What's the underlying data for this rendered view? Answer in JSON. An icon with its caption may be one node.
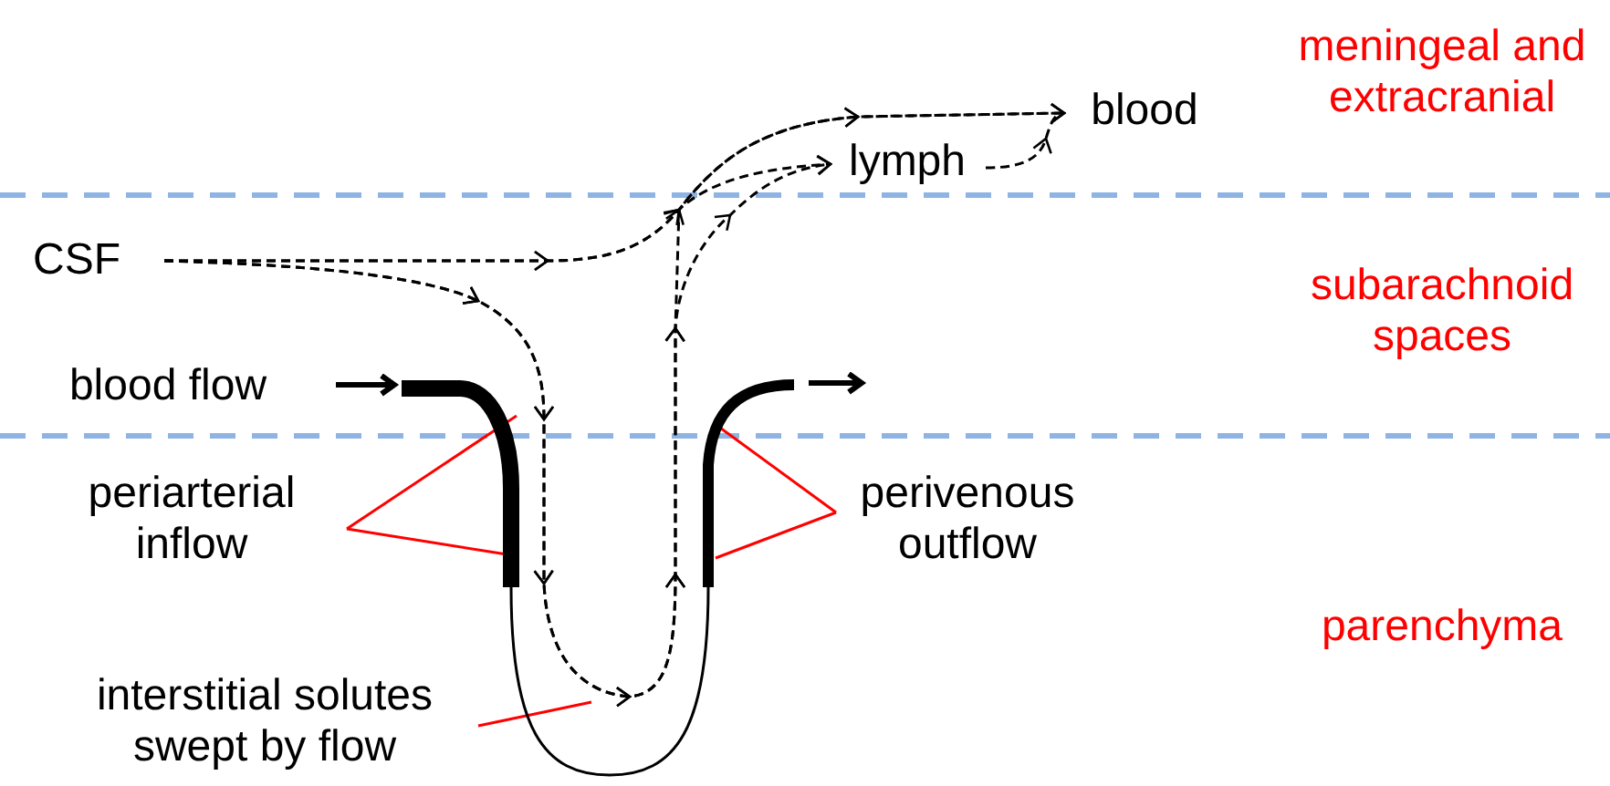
{
  "diagram": {
    "nodes": [
      {
        "text": [
          "CSF"
        ]
      },
      {
        "text": [
          "blood"
        ]
      },
      {
        "text": [
          "lymph"
        ]
      },
      {
        "text": [
          "blood flow"
        ]
      },
      {
        "text": [
          "periarterial inflow"
        ]
      },
      {
        "text": [
          "perivenous outflow"
        ]
      },
      {
        "text": [
          "interstitial solutes swept by flow"
        ]
      },
      {
        "text": [],
        "shape": "tube"
      },
      {
        "text": [],
        "shape": "tube"
      }
    ],
    "edges": [
      {
        "from": 0,
        "to": 1,
        "arrow": "to",
        "style": "dashed"
      },
      {
        "from": 0,
        "to": 2,
        "arrow": "to",
        "style": "dashed"
      },
      {
        "from": 0,
        "to": 1,
        "arrow": "to",
        "style": "dashed"
      },
      {
        "from": 0,
        "to": 2,
        "arrow": "to",
        "style": "dashed"
      },
      {
        "from": 2,
        "to": 1,
        "arrow": "to",
        "style": "dashed"
      },
      {
        "from": 3,
        "to": 7,
        "arrow": "to",
        "style": "thick"
      },
      {
        "from": 8,
        "to": null,
        "arrow": "to",
        "style": "thick"
      },
      {
        "from": 4,
        "to": 7,
        "arrow": "none",
        "color": "#ff0000"
      },
      {
        "from": 4,
        "to": 7,
        "arrow": "none",
        "color": "#ff0000"
      },
      {
        "from": 5,
        "to": 8,
        "arrow": "none",
        "color": "#ff0000"
      },
      {
        "from": 5,
        "to": 8,
        "arrow": "none",
        "color": "#ff0000"
      },
      {
        "from": 6,
        "to": null,
        "arrow": "none",
        "color": "#ff0000"
      },
      {
        "from": 7,
        "to": 8,
        "arrow": "none"
      }
    ],
    "labels": [
      "meningeal and extracranial",
      "subarachnoid spaces",
      "parenchyma"
    ]
  }
}
